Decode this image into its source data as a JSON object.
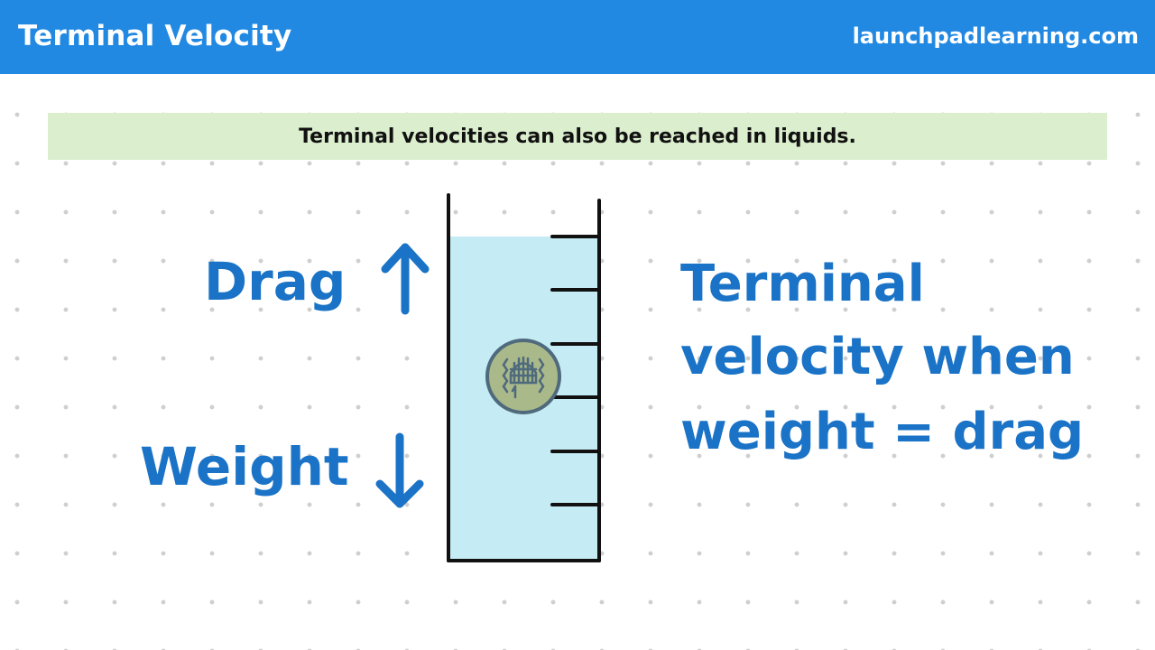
{
  "header": {
    "title": "Terminal Velocity",
    "site": "launchpadlearning.com"
  },
  "banner": {
    "text": "Terminal velocities can also be reached in liquids."
  },
  "diagram": {
    "force_up_label": "Drag",
    "force_down_label": "Weight",
    "conclusion_lines": [
      "Terminal",
      "velocity when",
      "weight = drag"
    ],
    "scale_tick_count": 6,
    "colors": {
      "header": "#2289e3",
      "banner": "#dbeecd",
      "handwriting": "#1a73c6",
      "liquid": "#c5ecf4",
      "object_fill": "#a9b98a",
      "object_outline": "#4f6a7c"
    },
    "icons": {
      "up_arrow": "arrow-up-icon",
      "down_arrow": "arrow-down-icon",
      "object": "falling-object-icon"
    }
  }
}
